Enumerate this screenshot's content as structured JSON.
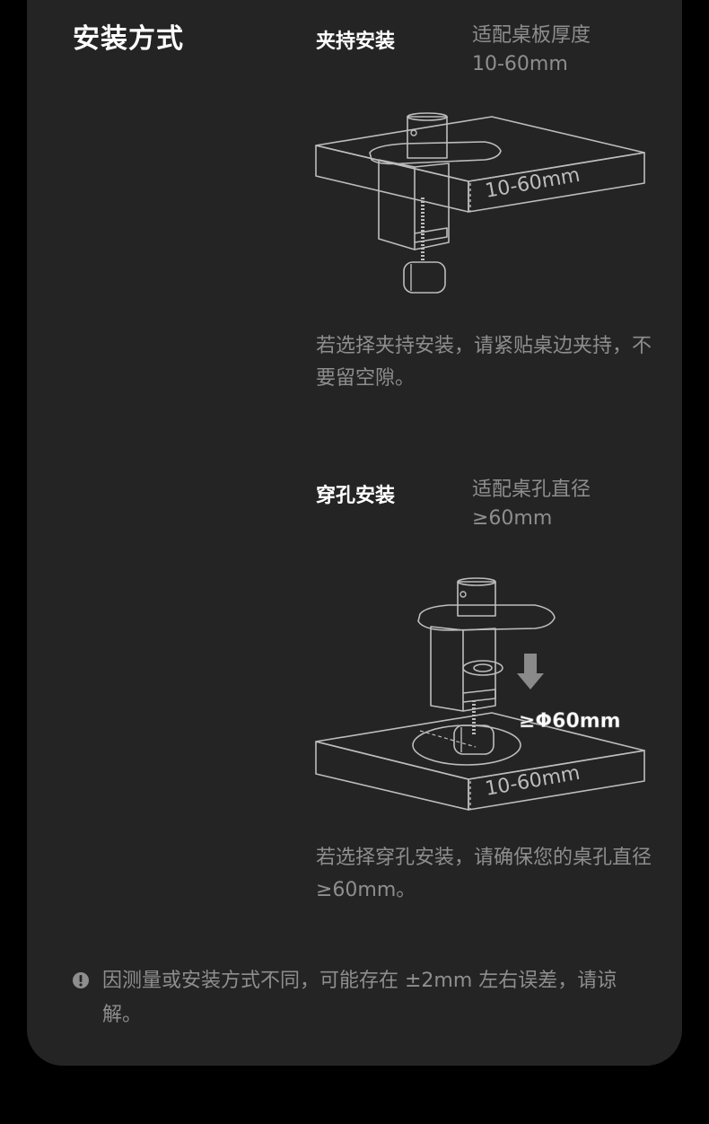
{
  "section": {
    "title": "安装方式"
  },
  "clamp": {
    "title": "夹持安装",
    "spec_line1": "适配桌板厚度",
    "spec_line2": "10-60mm",
    "illustration_label": "10-60mm",
    "description": "若选择夹持安装，请紧贴桌边夹持，不要留空隙。"
  },
  "grommet": {
    "title": "穿孔安装",
    "spec_line1": "适配桌孔直径",
    "spec_line2": "≥60mm",
    "hole_label": "≥Φ60mm",
    "illustration_label": "10-60mm",
    "description": "若选择穿孔安装，请确保您的桌孔直径≥60mm。"
  },
  "note": {
    "icon": "exclamation-circle-icon",
    "text": "因测量或安装方式不同，可能存在 ±2mm 左右误差，请谅解。"
  },
  "colors": {
    "background": "#242424",
    "title": "#ffffff",
    "body_text": "#8e8e8e",
    "line_art": "#bdbdbd"
  }
}
